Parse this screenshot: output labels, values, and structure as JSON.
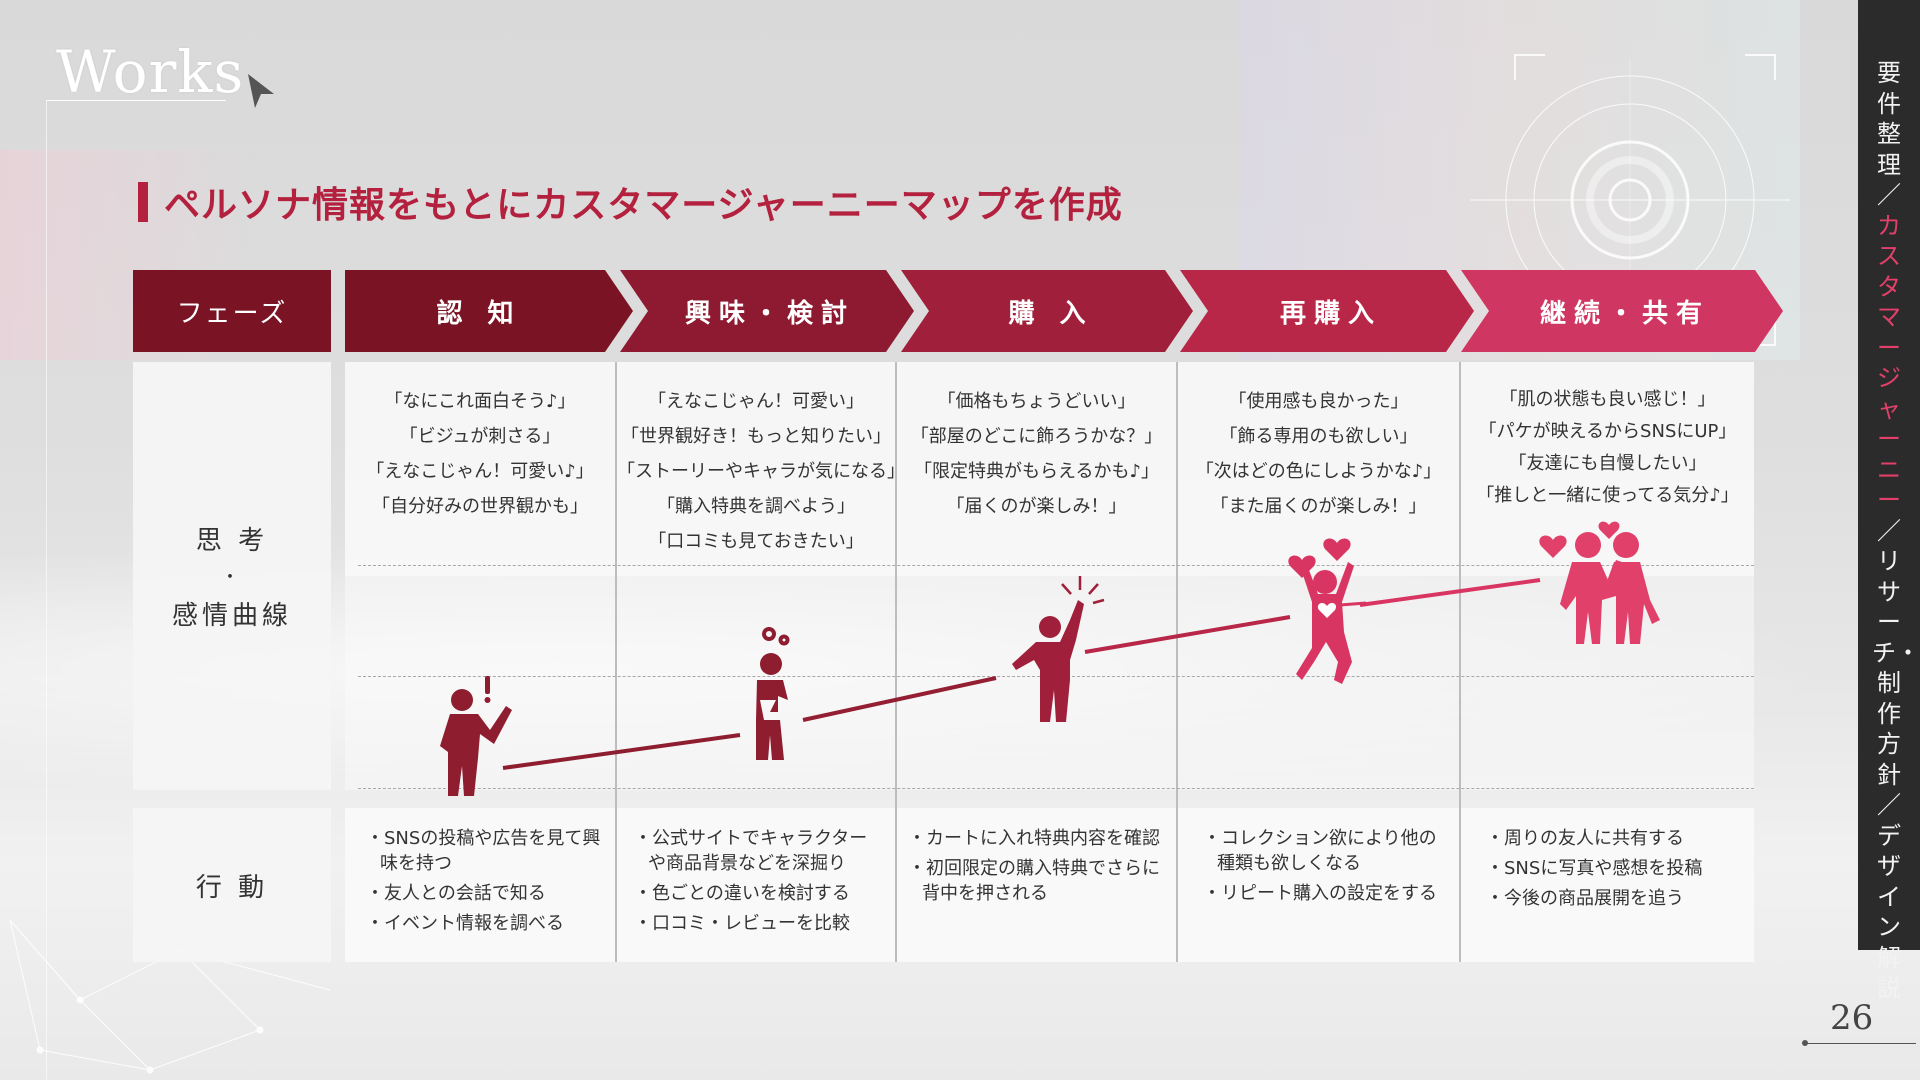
{
  "logo": "Works",
  "title": "ペルソナ情報をもとにカスタマージャーニーマップを作成",
  "header": {
    "phase_label": "フェーズ",
    "phases": [
      "認 知",
      "興味・検討",
      "購 入",
      "再購入",
      "継続・共有"
    ]
  },
  "rows": {
    "thought_label_1": "思 考",
    "thought_label_dot": "・",
    "thought_label_2": "感情曲線",
    "action_label": "行 動"
  },
  "thoughts": [
    [
      "「なにこれ面白そう♪」",
      "「ビジュが刺さる」",
      "「えなこじゃん！可愛い♪」",
      "「自分好みの世界観かも」"
    ],
    [
      "「えなこじゃん！可愛い」",
      "「世界観好き！もっと知りたい」",
      "「ストーリーやキャラが気になる」",
      "「購入特典を調べよう」",
      "「口コミも見ておきたい」"
    ],
    [
      "「価格もちょうどいい」",
      "「部屋のどこに飾ろうかな？」",
      "「限定特典がもらえるかも♪」",
      "「届くのが楽しみ！」"
    ],
    [
      "「使用感も良かった」",
      "「飾る専用のも欲しい」",
      "「次はどの色にしようかな♪」",
      "「また届くのが楽しみ！」"
    ],
    [
      "「肌の状態も良い感じ！」",
      "「パケが映えるからSNSにUP」",
      "「友達にも自慢したい」",
      "「推しと一緒に使ってる気分♪」"
    ]
  ],
  "actions": [
    [
      "・SNSの投稿や広告を見て興味を持つ",
      "・友人との会話で知る",
      "・イベント情報を調べる"
    ],
    [
      "・公式サイトでキャラクターや商品背景などを深掘り",
      "・色ごとの違いを検討する",
      "・口コミ・レビューを比較"
    ],
    [
      "・カートに入れ特典内容を確認",
      "・初回限定の購入特典でさらに背中を押される"
    ],
    [
      "・コレクション欲により他の種類も欲しくなる",
      "・リピート購入の設定をする"
    ],
    [
      "・周りの友人に共有する",
      "・SNSに写真や感想を投稿",
      "・今後の商品展開を追う"
    ]
  ],
  "sidebar": {
    "part1": "要件整理／",
    "part2": "カスタマージャーニー",
    "part3": "／リサーチ・制作方針／デザイン解説"
  },
  "page_number": "26",
  "colors": {
    "arrow_1": "#7a1424",
    "arrow_2": "#8d1a30",
    "arrow_3": "#a01f3a",
    "arrow_4": "#b82748",
    "arrow_5": "#cf3662",
    "accent": "#b4213f",
    "figure_dark": "#8e1d2f",
    "figure_pink": "#e0406a"
  },
  "icons": [
    "cursor-arrow-icon",
    "exclamation-icon",
    "gears-icon",
    "sparkle-icon",
    "heart-icon",
    "person-icon"
  ]
}
